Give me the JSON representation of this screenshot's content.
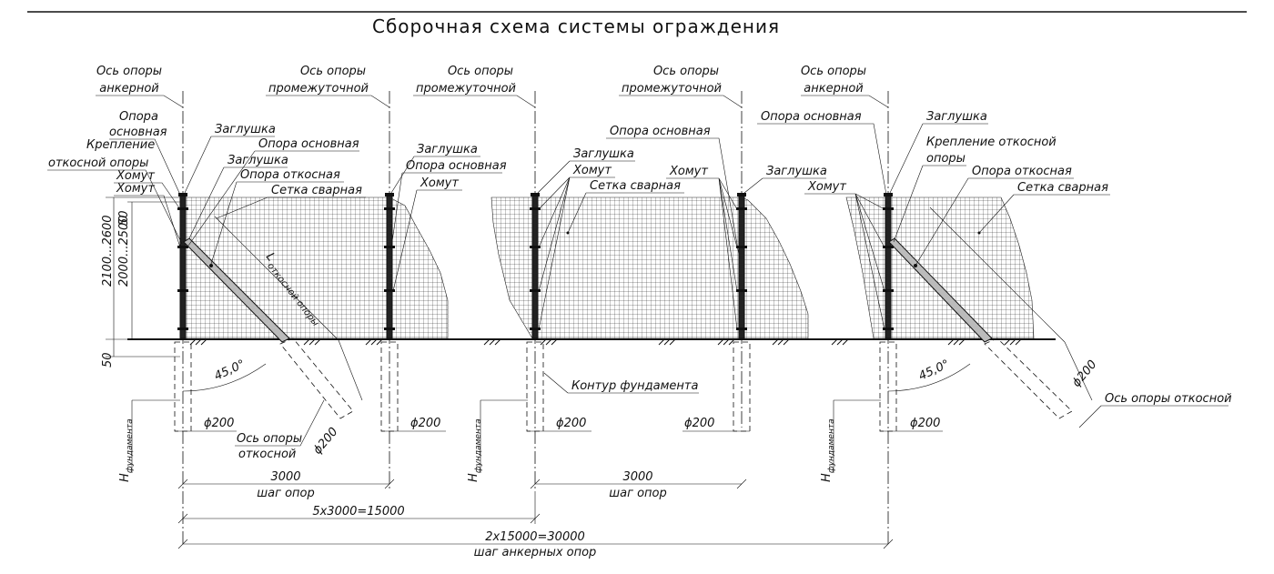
{
  "title": "Сборочная схема системы ограждения",
  "axes": {
    "anchor_line1": "Ось опоры",
    "anchor_line2": "анкерной",
    "inter_line1": "Ось опоры",
    "inter_line2": "промежуточной"
  },
  "labels": {
    "opora": "Опора",
    "osnovnaya": "основная",
    "opora_osnovnaya": "Опора основная",
    "kreplenie": "Крепление",
    "otkosnoy_opory": "откосной опоры",
    "kreplenie_otkosnoy": "Крепление откосной",
    "opory": "опоры",
    "khomut": "Хомут",
    "zaglushka": "Заглушка",
    "opora_otkosnaya": "Опора откосная",
    "setka": "Сетка сварная",
    "kontur": "Контур фундамента",
    "os_otkosnoy_line1": "Ось опоры",
    "os_otkosnoy_line2": "откосной",
    "os_otkosnoy_full": "Ось опоры откосной",
    "l_main": "L",
    "l_sub": "откосной опоры",
    "h_main": "H",
    "h_sub": "фундамента"
  },
  "dims": {
    "h_total": "2100...2600",
    "h_mesh": "2000...2500",
    "top": "50",
    "bottom": "50",
    "angle": "45,0°",
    "dia": "ϕ200",
    "step": "3000",
    "step_label": "шаг опор",
    "five": "5x3000=15000",
    "two": "2x15000=30000",
    "anchor_step": "шаг анкерных опор"
  },
  "colors": {
    "ink": "#111111",
    "paper": "#ffffff"
  }
}
